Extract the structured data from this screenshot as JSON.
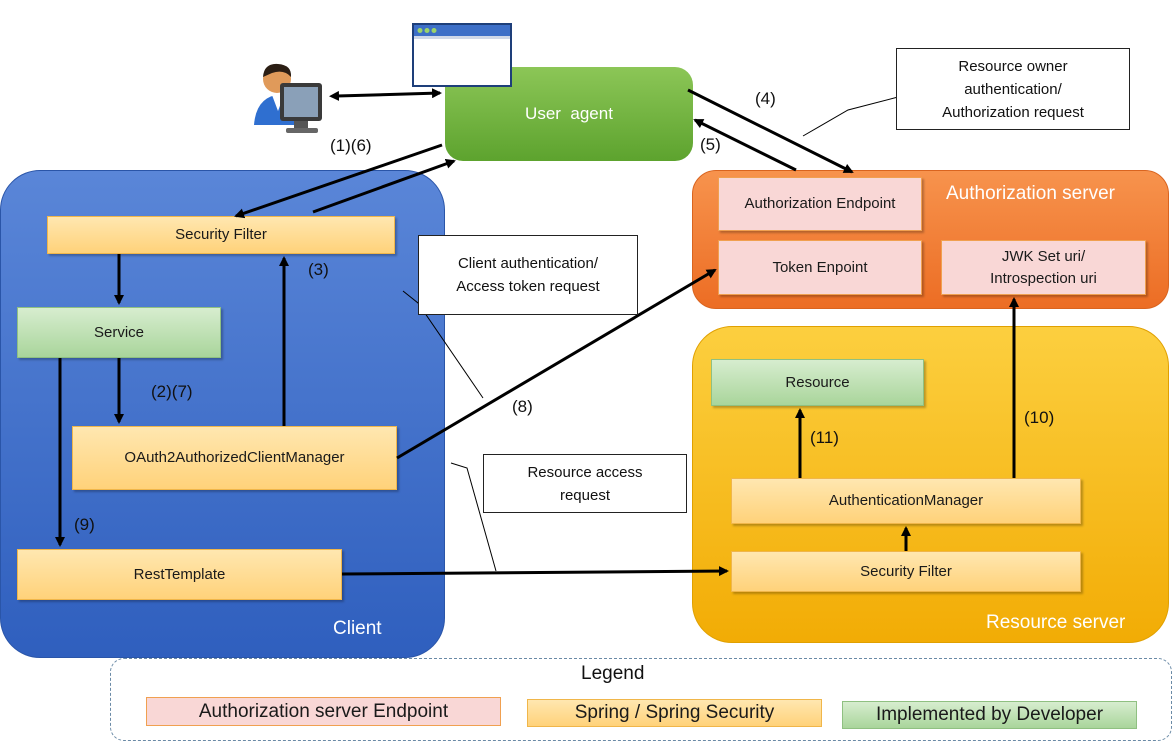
{
  "regions": {
    "client": "Client",
    "authorization_server": "Authorization server",
    "resource_server": "Resource server"
  },
  "user_agent": {
    "label": "User  agent"
  },
  "client_boxes": {
    "security_filter": "Security Filter",
    "service": "Service",
    "authorized_client_manager": "OAuth2AuthorizedClientManager",
    "rest_template": "RestTemplate"
  },
  "auth_boxes": {
    "authorization_endpoint": "Authorization Endpoint",
    "token_endpoint": "Token Enpoint",
    "jwk_set_uri": "JWK Set uri/\nIntrospection uri"
  },
  "resource_boxes": {
    "resource": "Resource",
    "authentication_manager": "AuthenticationManager",
    "security_filter": "Security Filter"
  },
  "notes": {
    "resource_owner_auth": "Resource owner\nauthentication/\nAuthorization request",
    "client_auth": "Client authentication/\nAccess token request",
    "resource_access": "Resource access\nrequest"
  },
  "steps": {
    "s1_6": "(1)(6)",
    "s2_7": "(2)(7)",
    "s3": "(3)",
    "s4": "(4)",
    "s5": "(5)",
    "s8": "(8)",
    "s9": "(9)",
    "s10": "(10)",
    "s11": "(11)"
  },
  "legend": {
    "title": "Legend",
    "authorization_endpoint": "Authorization server Endpoint",
    "spring_security": "Spring / Spring Security",
    "implemented_by_developer": "Implemented by Developer"
  },
  "colors": {
    "client_region": "#3f6fcc",
    "authorization_region": "#f27e33",
    "resource_region": "#f5b90a",
    "user_agent": "#72b33b",
    "spring_box": "#ffd27a",
    "developer_box": "#a9d59b",
    "endpoint_box": "#f9d7d6"
  }
}
